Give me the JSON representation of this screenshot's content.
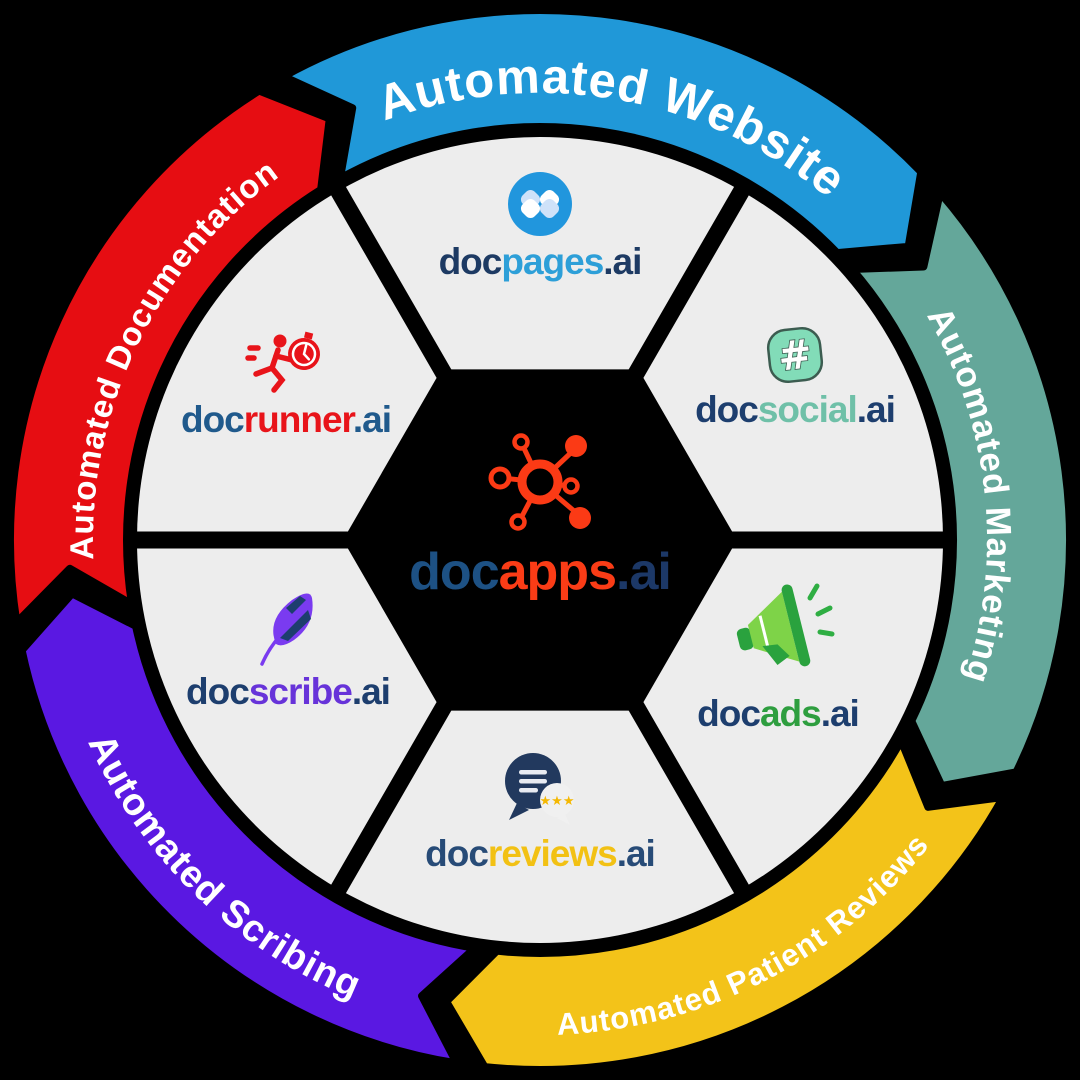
{
  "colors": {
    "background": "#000000",
    "segment_fill": "#ededed",
    "ribbon_text": "#ffffff",
    "divider": "#000000"
  },
  "ribbons": [
    {
      "id": "website",
      "label": "Automated Website",
      "color": "#2098d8",
      "start": -29,
      "end": 46,
      "font_size": 49,
      "text_dir": "cw"
    },
    {
      "id": "marketing",
      "label": "Automated Marketing",
      "color": "#64a79a",
      "start": 49,
      "end": 116,
      "font_size": 35,
      "text_dir": "cw"
    },
    {
      "id": "patient-reviews",
      "label": "Automated Patient Reviews",
      "color": "#f3c319",
      "start": 119,
      "end": 186,
      "font_size": 31,
      "text_dir": "ccw"
    },
    {
      "id": "scribing",
      "label": "Automated Scribing",
      "color": "#5a18e2",
      "start": 189,
      "end": 258,
      "font_size": 38,
      "text_dir": "ccw"
    },
    {
      "id": "documentation",
      "label": "Automated Documentation",
      "color": "#e60d12",
      "start": 261,
      "end": 328,
      "font_size": 33,
      "text_dir": "cw"
    }
  ],
  "segments": [
    {
      "id": "docpages",
      "icon": "browser-pages-icon",
      "doc": "doc",
      "mid": "pages",
      "suffix": ".ai",
      "doc_color": "#1d3a63",
      "mid_color": "#2d9fd8",
      "suffix_color": "#1d3a63"
    },
    {
      "id": "docsocial",
      "icon": "hashtag-icon",
      "doc": "doc",
      "mid": "social",
      "suffix": ".ai",
      "doc_color": "#1d3e6e",
      "mid_color": "#6fc0a8",
      "suffix_color": "#1d3e6e"
    },
    {
      "id": "docads",
      "icon": "megaphone-icon",
      "doc": "doc",
      "mid": "ads",
      "suffix": ".ai",
      "doc_color": "#1d3e6e",
      "mid_color": "#2e9e3f",
      "suffix_color": "#1d3e6e"
    },
    {
      "id": "docreviews",
      "icon": "chat-stars-icon",
      "doc": "doc",
      "mid": "reviews",
      "suffix": ".ai",
      "doc_color": "#274b77",
      "mid_color": "#f2c114",
      "suffix_color": "#274b77"
    },
    {
      "id": "docscribe",
      "icon": "feather-quill-icon",
      "doc": "doc",
      "mid": "scribe",
      "suffix": ".ai",
      "doc_color": "#1d3e6e",
      "mid_color": "#6733d9",
      "suffix_color": "#1d3e6e"
    },
    {
      "id": "docrunner",
      "icon": "runner-stopwatch-icon",
      "doc": "doc",
      "mid": "runner",
      "suffix": ".ai",
      "doc_color": "#205a8c",
      "mid_color": "#e8141a",
      "suffix_color": "#205a8c"
    }
  ],
  "center_brand": {
    "icon": "network-nodes-icon",
    "doc": "doc",
    "mid": "apps",
    "suffix": ".ai",
    "doc_color": "#1d5184",
    "mid_color": "#fa3c16",
    "suffix_color": "#1c3867"
  }
}
